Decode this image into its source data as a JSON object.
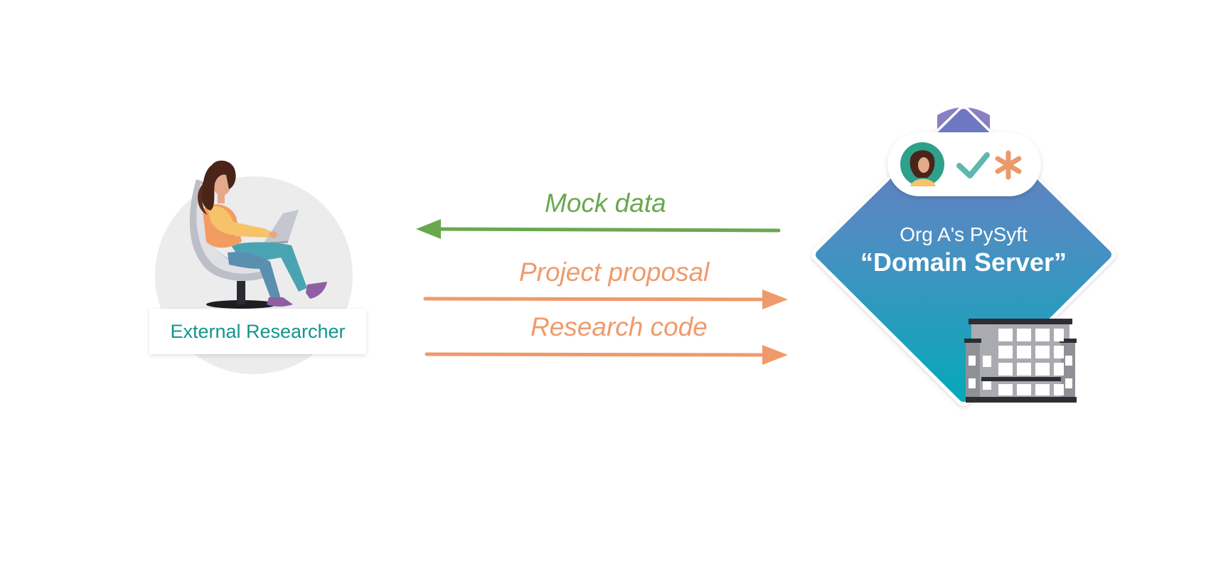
{
  "arrows": {
    "mock_data": "Mock data",
    "project_proposal": "Project proposal",
    "research_code": "Research code"
  },
  "researcher": {
    "label": "External Researcher"
  },
  "server": {
    "subtitle": "Org A's PySyft",
    "title": "“Domain Server”"
  },
  "colors": {
    "mock_data_arrow": "#6aa84f",
    "outgoing_arrows": "#ef9a6c",
    "researcher_label_text": "#12958b",
    "server_gradient_top": "#6d7cc4",
    "server_gradient_bottom": "#0aa5b7",
    "server_top_accent": "#8a80c4"
  },
  "icons": {
    "researcher": "person-on-chair-with-laptop-icon",
    "server_avatar": "avatar-icon",
    "approve": "checkmark-icon",
    "pending": "asterisk-icon",
    "building": "building-icon"
  }
}
